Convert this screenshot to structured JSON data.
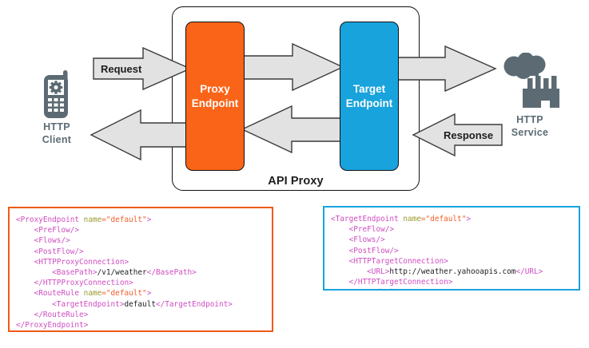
{
  "diagram": {
    "container": {
      "label": "API Proxy"
    },
    "boxes": [
      {
        "id": "proxy-endpoint",
        "line1": "Proxy",
        "line2": "Endpoint",
        "color": "#fa6418"
      },
      {
        "id": "target-endpoint",
        "line1": "Target",
        "line2": "Endpoint",
        "color": "#18a3dd"
      }
    ],
    "arrows": [
      {
        "id": "request-arrow",
        "label": "Request",
        "direction": "right"
      },
      {
        "id": "proxy-to-target-arrow",
        "label": "",
        "direction": "right"
      },
      {
        "id": "target-to-service-arrow",
        "label": "",
        "direction": "right"
      },
      {
        "id": "response-arrow",
        "label": "Response",
        "direction": "left"
      },
      {
        "id": "target-to-proxy-arrow",
        "label": "",
        "direction": "left"
      },
      {
        "id": "proxy-to-client-arrow",
        "label": "",
        "direction": "left"
      }
    ],
    "endpoints": [
      {
        "id": "http-client",
        "icon": "mobile-phone-gear-icon",
        "line1": "HTTP",
        "line2": "Client",
        "color": "#5c6b73"
      },
      {
        "id": "http-service",
        "icon": "cloud-factory-icon",
        "line1": "HTTP",
        "line2": "Service",
        "color": "#5c6b73"
      }
    ],
    "colors": {
      "arrow_fill": "#e2e2e2",
      "arrow_stroke": "#3b3b3b",
      "orange": "#fa6418",
      "blue": "#18a3dd",
      "icon_gray": "#5c6b73"
    }
  },
  "code": {
    "proxy": {
      "border_color": "#f05a17",
      "lines": [
        [
          {
            "t": "<ProxyEndpoint ",
            "c": "tag"
          },
          {
            "t": "name",
            "c": "attr"
          },
          {
            "t": "=\"default\"",
            "c": "val"
          },
          {
            "t": ">",
            "c": "tag"
          }
        ],
        [
          {
            "t": "    <PreFlow/>",
            "c": "tag"
          }
        ],
        [
          {
            "t": "    <Flows/>",
            "c": "tag"
          }
        ],
        [
          {
            "t": "    <PostFlow/>",
            "c": "tag"
          }
        ],
        [
          {
            "t": "    <HTTPProxyConnection>",
            "c": "tag"
          }
        ],
        [
          {
            "t": "        <BasePath>",
            "c": "tag"
          },
          {
            "t": "/v1/weather",
            "c": "txt"
          },
          {
            "t": "</BasePath>",
            "c": "tag"
          }
        ],
        [
          {
            "t": "    </HTTPProxyConnection>",
            "c": "tag"
          }
        ],
        [
          {
            "t": "    <RouteRule ",
            "c": "tag"
          },
          {
            "t": "name",
            "c": "attr"
          },
          {
            "t": "=\"default\"",
            "c": "val"
          },
          {
            "t": ">",
            "c": "tag"
          }
        ],
        [
          {
            "t": "        <TargetEndpoint>",
            "c": "tag"
          },
          {
            "t": "default",
            "c": "txt"
          },
          {
            "t": "</TargetEndpoint>",
            "c": "tag"
          }
        ],
        [
          {
            "t": "    </RouteRule>",
            "c": "tag"
          }
        ],
        [
          {
            "t": "</ProxyEndpoint>",
            "c": "tag"
          }
        ]
      ]
    },
    "target": {
      "border_color": "#18a3dd",
      "lines": [
        [
          {
            "t": "<TargetEndpoint ",
            "c": "tag"
          },
          {
            "t": "name",
            "c": "attr"
          },
          {
            "t": "=\"default\"",
            "c": "val"
          },
          {
            "t": ">",
            "c": "tag"
          }
        ],
        [
          {
            "t": "    <PreFlow/>",
            "c": "tag"
          }
        ],
        [
          {
            "t": "    <Flows/>",
            "c": "tag"
          }
        ],
        [
          {
            "t": "    <PostFlow/>",
            "c": "tag"
          }
        ],
        [
          {
            "t": "    <HTTPTargetConnection>",
            "c": "tag"
          }
        ],
        [
          {
            "t": "        <URL>",
            "c": "tag"
          },
          {
            "t": "http://weather.yahooapis.com",
            "c": "txt"
          },
          {
            "t": "</URL>",
            "c": "tag"
          }
        ],
        [
          {
            "t": "    </HTTPTargetConnection>",
            "c": "tag"
          }
        ],
        [
          {
            "t": "</TargetEndpoint>",
            "c": "tag"
          }
        ]
      ]
    }
  }
}
